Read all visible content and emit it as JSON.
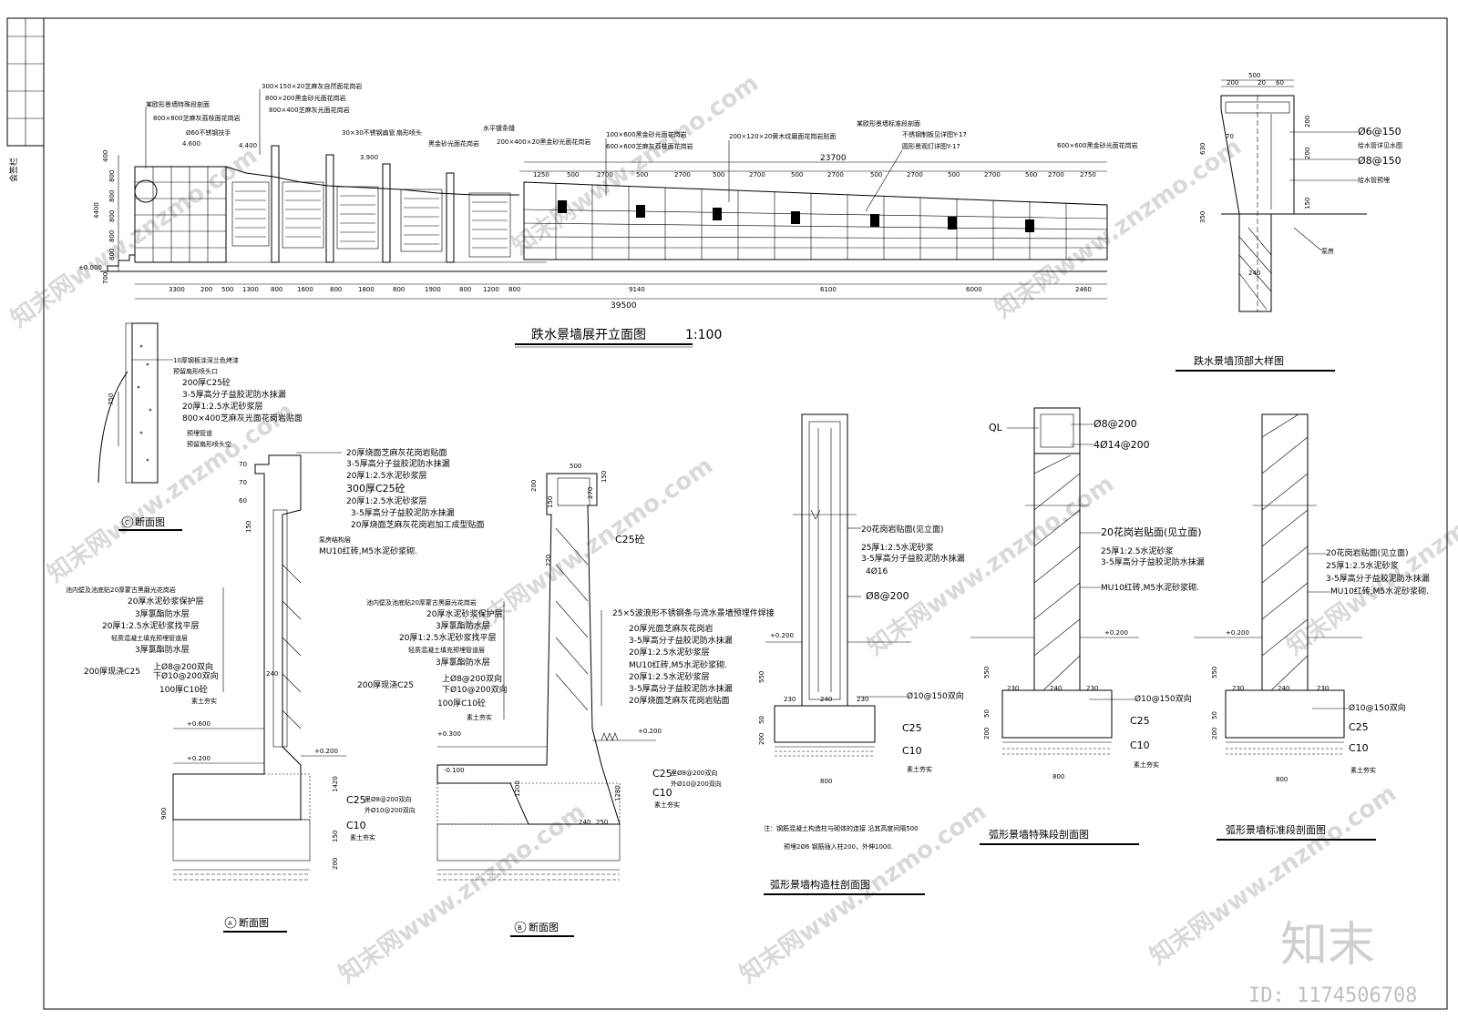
{
  "sidebar": {
    "signature_label": "会签栏"
  },
  "elevation": {
    "title": "跌水景墙展开立面图",
    "scale": "1:100",
    "heights": [
      "400",
      "4400",
      "800",
      "800",
      "800",
      "800",
      "800",
      "700",
      "±0.000"
    ],
    "notes_left": [
      "某欧形景墙特殊段剖面",
      "800×800芝麻灰荔枝面花岗岩",
      "4.600",
      "Ø60不锈钢扶手",
      "300×150×20芝麻灰自然面花岗岩",
      "800×200黑金砂光面花岗岩",
      "800×400芝麻灰光面花岗岩",
      "4.400",
      "3.900",
      "30×30不锈钢扁管",
      "扇形喷头",
      "黑金砂光面花岗岩",
      "水平镀条缝",
      "200×400×20黑金砂光面花岗岩"
    ],
    "notes_right": [
      "100×600黑金砂光面花岗岩",
      "600×600芝麻灰荔枝面花岗岩",
      "200×120×20黄木纹磨面花岗岩贴面",
      "某欧形景墙标准段剖面",
      "不锈钢制板见详图Y-17",
      "圆形景观灯详图Y-17",
      "600×600黑金砂光面花岗岩"
    ],
    "top_dims": [
      "1250",
      "500",
      "2700",
      "500",
      "2700",
      "500",
      "2700",
      "500",
      "2700",
      "500",
      "2700",
      "500",
      "2700",
      "500",
      "2700",
      "2750"
    ],
    "top_total": "23700",
    "bottom_dims": [
      "3300",
      "200",
      "500",
      "1300",
      "800",
      "1600",
      "800",
      "1800",
      "800",
      "1900",
      "800",
      "1200",
      "800",
      "9140",
      "6100",
      "6000",
      "2460"
    ],
    "bottom_total": "39500"
  },
  "top_detail": {
    "title": "跌水景墙顶部大样图",
    "dims": [
      "500",
      "200",
      "20",
      "60",
      "630",
      "350",
      "200",
      "200",
      "150",
      "240",
      "70"
    ],
    "notes": [
      "Ø6@150",
      "给水管详见水图",
      "Ø8@150",
      "给水管预埋",
      "泵房"
    ]
  },
  "section_c": {
    "title": "断面图",
    "mark": "C",
    "notes": [
      "10厚钢板涂深兰色烤漆",
      "预留扇形喷头口",
      "200厚C25砼",
      "3-5厚高分子益胶泥防水抹漏",
      "20厚1:2.5水泥砂浆层",
      "800×400芝麻灰光面花岗岩贴面",
      "预埋管道",
      "预留扇形喷头空"
    ],
    "dim": "750"
  },
  "section_a": {
    "title": "断面图",
    "mark": "A",
    "notes_right": [
      "20厚烧面芝麻灰花岗岩贴面",
      "3-5厚高分子益胶泥防水抹漏",
      "20厚1:2.5水泥砂浆层",
      "300厚C25砼",
      "20厚1:2.5水泥砂浆层",
      "3-5厚高分子益胶泥防水抹漏",
      "20厚烧面芝麻灰花岗岩加工成型贴面",
      "泵房结构层",
      "MU10红砖,M5水泥砂浆砌."
    ],
    "notes_left": [
      "池内壁及池底贴20厚蒙古黑磨光花岗岩",
      "20厚水泥砂浆保护层",
      "3厚氯酯防水层",
      "20厚1:2.5水泥砂浆找平层",
      "轻质混凝土填充预埋管道层",
      "3厚氯酯防水层",
      "200厚现浇C25",
      "上Ø8@200双向",
      "下Ø10@200双向",
      "100厚C10砼",
      "素土夯实"
    ],
    "levels": [
      "+0.600",
      "+0.200",
      "+0.200"
    ],
    "bottom_notes": [
      "C25",
      "里Ø8@200双向",
      "外Ø10@200双向",
      "C10",
      "素土夯实"
    ],
    "dims": [
      "150",
      "70",
      "60",
      "70",
      "240",
      "900",
      "1420",
      "150",
      "200"
    ]
  },
  "section_b": {
    "title": "断面图",
    "mark": "B",
    "notes_right": [
      "C25砼",
      "25×5波浪形不锈钢条与流水景墙预埋件焊接",
      "20厚光面芝麻灰花岗岩",
      "3-5厚高分子益胶泥防水抹漏",
      "20厚1:2.5水泥砂浆层",
      "MU10红砖,M5水泥砂浆砌.",
      "20厚1:2.5水泥砂浆层",
      "3-5厚高分子益胶泥防水抹漏",
      "20厚烧面芝麻灰花岗岩贴面"
    ],
    "notes_left": [
      "池内壁及池底贴20厚蒙古黑磨光花岗岩",
      "20厚水泥砂浆保护层",
      "3厚氯酯防水层",
      "20厚1:2.5水泥砂浆找平层",
      "轻质混凝土填充预埋管道层",
      "3厚氯酯防水层",
      "200厚现浇C25",
      "上Ø8@200双向",
      "下Ø10@200双向",
      "100厚C10砼",
      "素土夯实"
    ],
    "levels": [
      "+0.300",
      "-0.100",
      "+0.200"
    ],
    "bottom_notes": [
      "C25",
      "里Ø8@200双向",
      "外Ø10@200双向",
      "C10",
      "素土夯实"
    ],
    "dims": [
      "500",
      "200",
      "150",
      "270",
      "150",
      "220",
      "1200",
      "1280",
      "240",
      "250"
    ]
  },
  "column_section": {
    "title": "弧形景墙构造柱剖面图",
    "notes": [
      "20花岗岩贴面(见立面)",
      "25厚1:2.5水泥砂浆",
      "3-5厚高分子益胶泥防水抹漏",
      "4Ø16",
      "Ø8@200",
      "Ø10@150双向",
      "C25",
      "C10",
      "素土夯实"
    ],
    "level": "+0.200",
    "dims": [
      "550",
      "230",
      "240",
      "230",
      "50",
      "200",
      "800"
    ],
    "note1": "注：钢筋混凝土构造柱与砌体的连接 沿其高度间隔500",
    "note2": "预埋2Ø6 钢筋插入柱200，外伸1000."
  },
  "special_section": {
    "title": "弧形景墙特殊段剖面图",
    "ql": "QL",
    "notes_top": [
      "Ø8@200",
      "4Ø14@200"
    ],
    "notes": [
      "20花岗岩贴面(见立面)",
      "25厚1:2.5水泥砂浆",
      "3-5厚高分子益胶泥防水抹漏",
      "MU10红砖,M5水泥砂浆砌.",
      "Ø10@150双向",
      "C25",
      "C10",
      "素土夯实"
    ],
    "level": "+0.200",
    "dims": [
      "550",
      "230",
      "240",
      "230",
      "50",
      "200",
      "800"
    ]
  },
  "standard_section": {
    "title": "弧形景墙标准段剖面图",
    "notes": [
      "20花岗岩贴面(见立面)",
      "25厚1:2.5水泥砂浆",
      "3-5厚高分子益胶泥防水抹漏",
      "MU10红砖,M5水泥砂浆砌.",
      "Ø10@150双向",
      "C25",
      "C10",
      "素土夯实"
    ],
    "level": "+0.200",
    "dims": [
      "550",
      "230",
      "240",
      "230",
      "50",
      "200",
      "800"
    ]
  },
  "watermark": {
    "logo": "知末",
    "id": "ID: 1174506708",
    "text": "知末网www.znzmo.com"
  }
}
